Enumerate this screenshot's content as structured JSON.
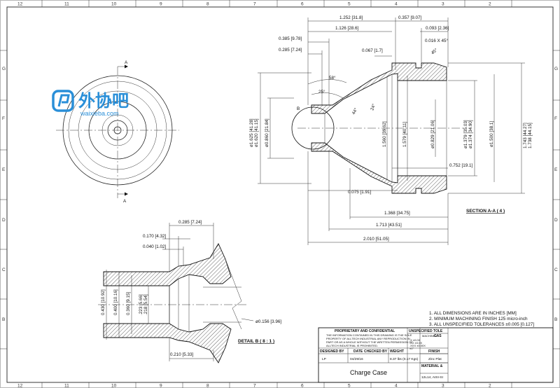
{
  "border_labels": {
    "top": [
      "12",
      "11",
      "10",
      "9",
      "8",
      "7",
      "6",
      "5",
      "4",
      "3",
      "2"
    ],
    "bottom": [
      "12",
      "11",
      "10",
      "9",
      "8",
      "7",
      "6",
      "5",
      "4",
      "3",
      "2"
    ],
    "left": [
      "G",
      "F",
      "E",
      "D",
      "C",
      "B"
    ],
    "right": [
      "G",
      "F",
      "E",
      "D",
      "C",
      "B"
    ]
  },
  "watermark": {
    "text": "外协吧",
    "url": "waixieba.com"
  },
  "front_view": {
    "section_mark": "A"
  },
  "section_view": {
    "title": "SECTION A-A ( 4 )",
    "detail_callout": "B",
    "dims_top": [
      "1.252 [31.8]",
      "0.357 [9.07]",
      "1.126 [28.6]",
      "0.093 [2.36]",
      "0.385 [9.78]",
      "0.016 X 45°",
      "0.285 [7.24]",
      "0.067 [1.7]"
    ],
    "angles": [
      "58°",
      "25°",
      "44°",
      "24°",
      "45°"
    ],
    "dims_left_vertical": [
      "ø1.625 [41.28]",
      "ø1.620 [41.15]",
      "ø0.860 [21.84]"
    ],
    "dims_inner_vertical": [
      "1.560 [39.62]",
      "1.579 [40.11]",
      "ø0.829 [21.06]"
    ],
    "dims_right_vertical": [
      "ø1.379 [35.03]",
      "ø1.374 [34.90]",
      "ø1.500 [38.1]",
      "1.743 [44.27]",
      "1.738 [44.15]"
    ],
    "dims_bottom": [
      "0.752 [19.1]",
      "0.075 [1.91]",
      "1.368 [34.75]",
      "1.713 [43.51]",
      "2.010 [51.05]"
    ]
  },
  "detail_view": {
    "title": "DETAIL B ( 8 : 1 )",
    "dims_top": [
      "0.285 [7.24]",
      "0.170 [4.32]",
      "0.040 [1.02]"
    ],
    "dims_vertical": [
      "0.430 [10.92]",
      "0.400 [10.16]",
      "0.360 [9.15]",
      ".223 [5.66]",
      ".218 [5.54]"
    ],
    "dim_dia": "ø0.156 [3.96]",
    "dim_bottom": "0.210 [5.33]"
  },
  "notes": [
    "1.  ALL DIMENSIONS ARE IN INCHES [MM]",
    "2.  MINIMUM MACHINING FINISH 125 micro-inch",
    "3.  ALL UNSPECIFIED TOLERANCES ±0.005 [0.127]"
  ],
  "title_block": {
    "proprietary_header": "PROPRIETARY AND CONFIDENTIAL",
    "proprietary_body": [
      "THE INFORMATION CONTAINED IN THIS DRAWING IS THE SOLE",
      "PROPERTY OF ALLTECH INDUSTRIAL ANY REPRODUCTION IN",
      "PART OR AS A WHOLE WITHOUT THE WRITTEN PERMISSION OF",
      "ALLTECH INDUSTRIAL IS PROHIBITED."
    ],
    "unspecified_tol": "UNSPECIFIED TOLE",
    "machined": "MACHINED",
    "tol_rows": [
      ".X  ±0.0X",
      ".XX ±0.0X",
      ".XXX ±0.00X",
      "±1°"
    ],
    "col_designed_by": "DESIGNED BY",
    "col_date": "DATE",
    "col_checked_by": "CHECKED BY",
    "col_weight": "WEIGHT",
    "designer": "LP",
    "date": "04/29/16",
    "weight": "8.37 lbs (0.17 Kgs)",
    "finish_label": "FINISH",
    "finish": "Zinc Plat",
    "cast_label": "CAS",
    "title": "Charge Case",
    "material_label": "MATERIAL &",
    "material": "12L14, AISI-SI"
  }
}
